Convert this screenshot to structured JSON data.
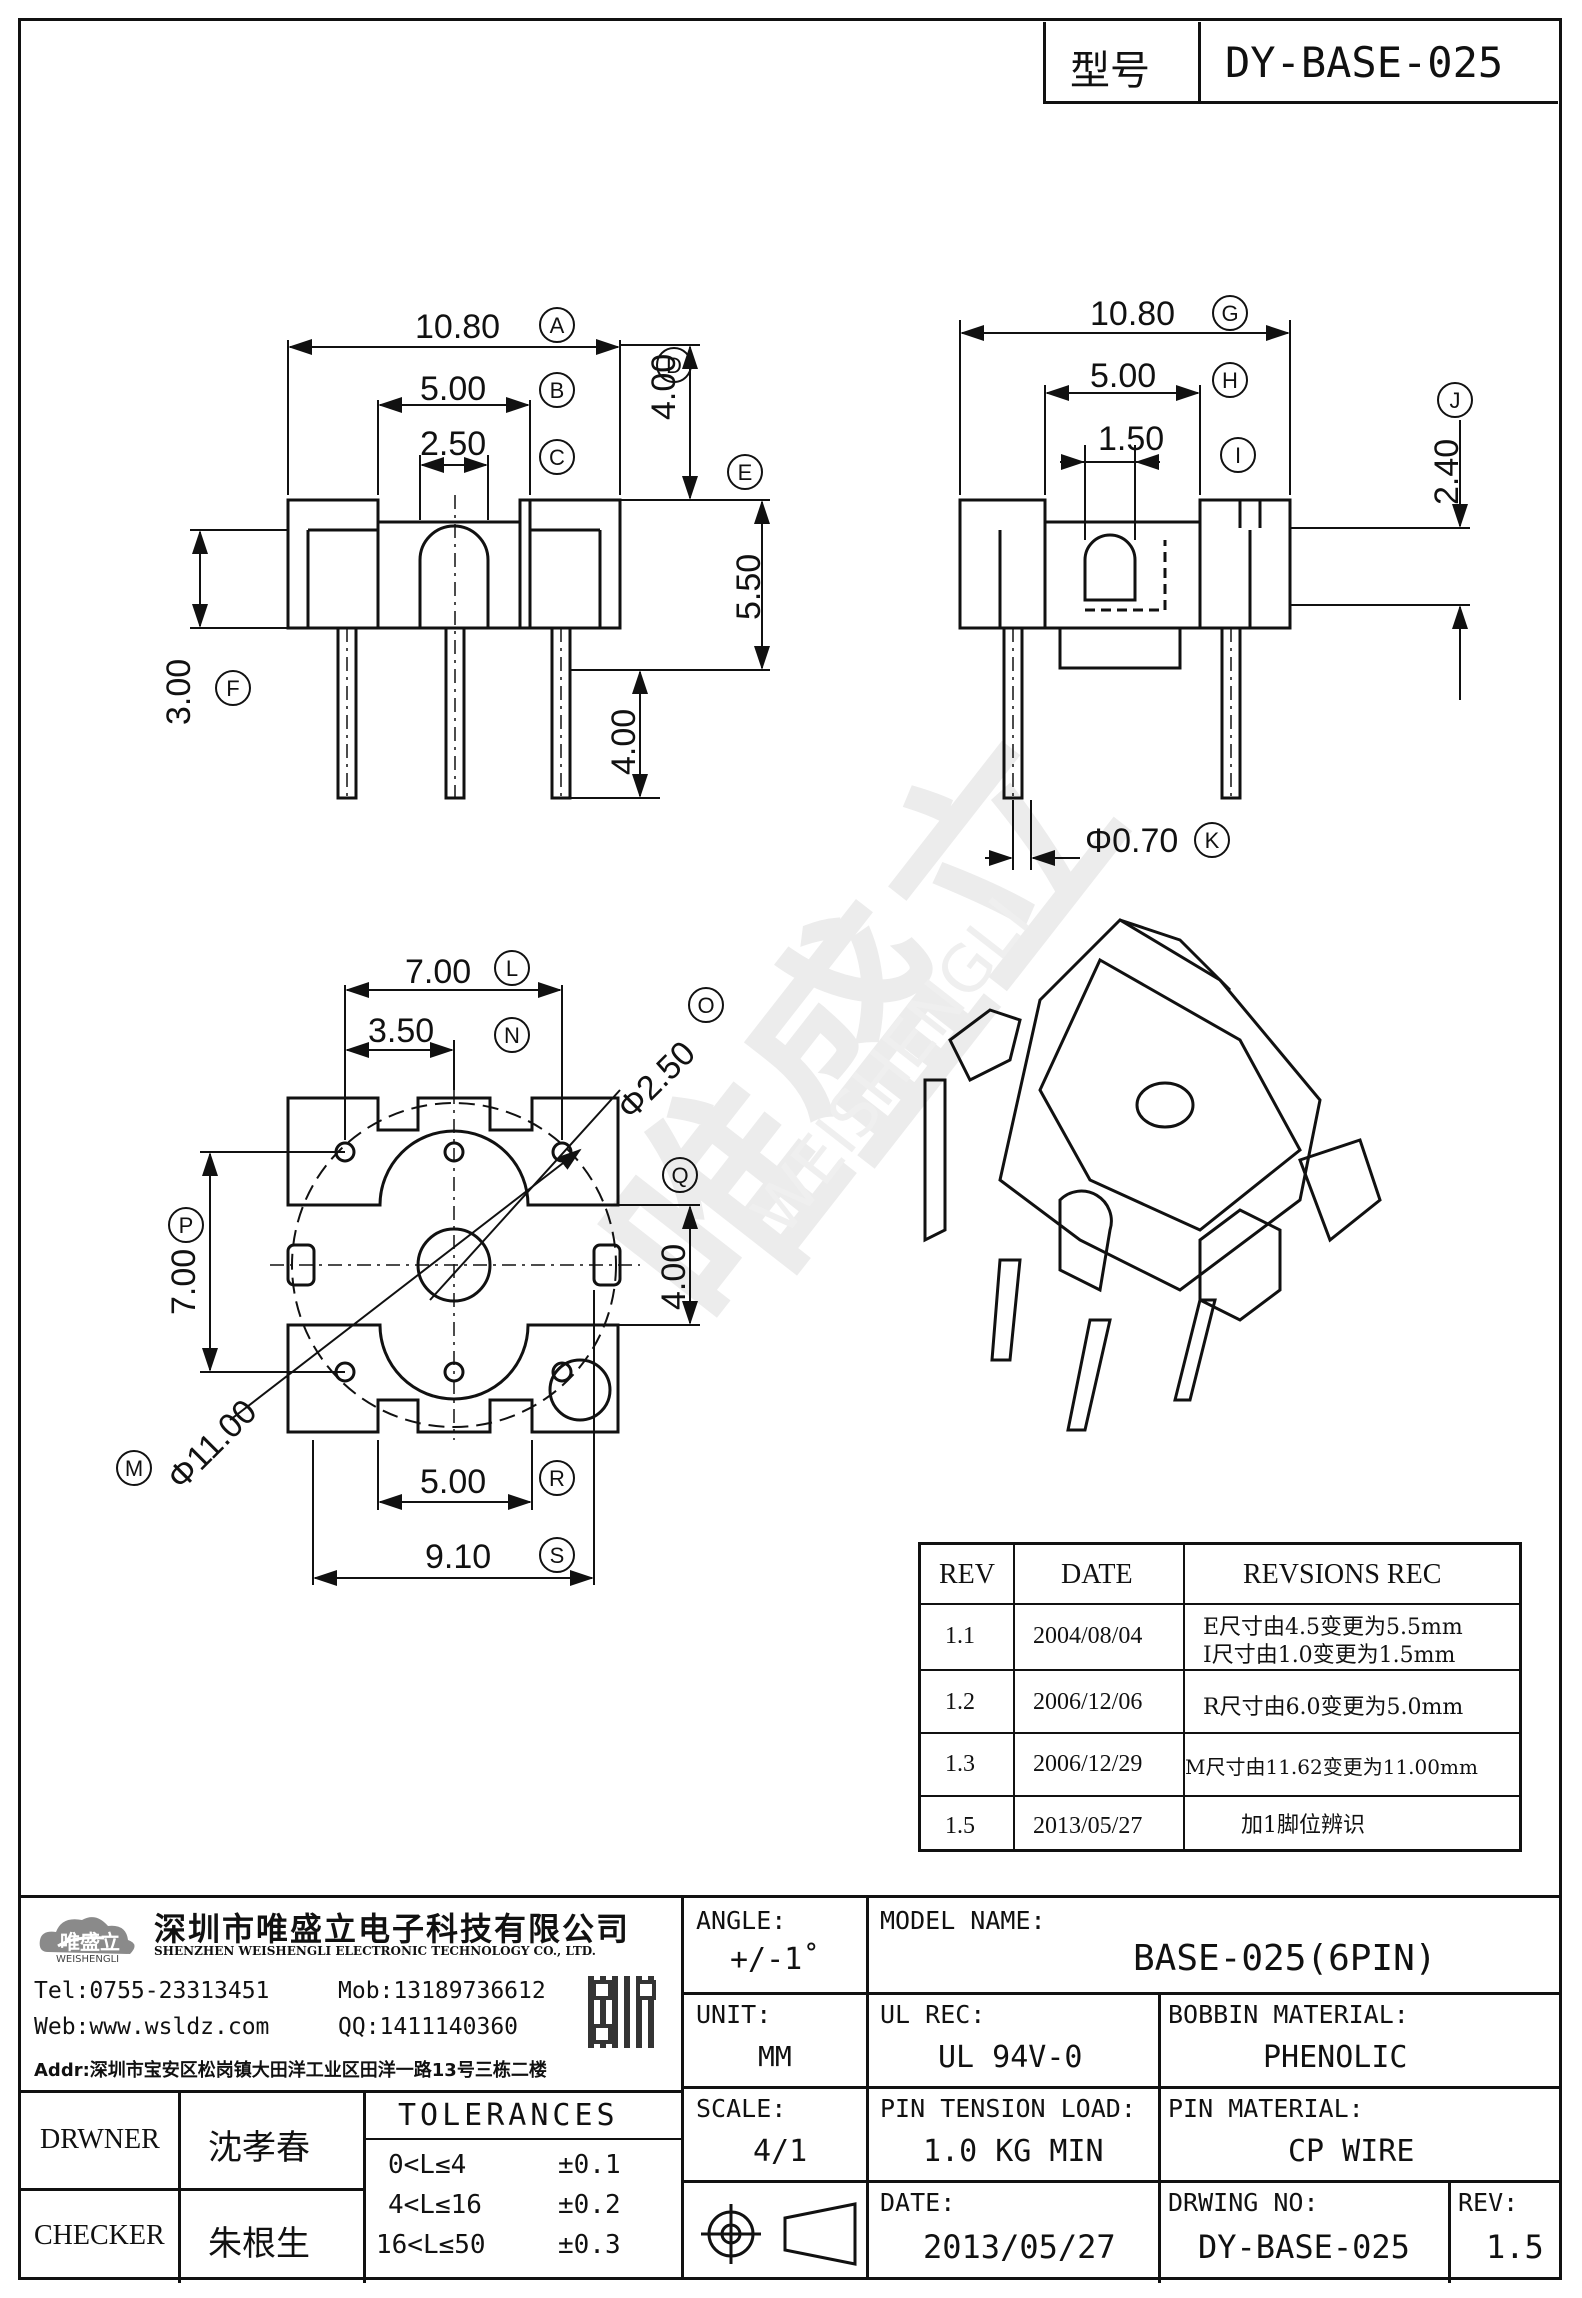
{
  "model_box": {
    "label": "型号",
    "value": "DY-BASE-025"
  },
  "watermark": {
    "cn": "唯盛立",
    "en": "WEISHENGLI"
  },
  "dims": {
    "A": "10.80",
    "B": "5.00",
    "C": "2.50",
    "D": "4.00",
    "E": "5.50",
    "F": "3.00",
    "pin_len": "4.00",
    "G": "10.80",
    "H": "5.00",
    "I": "1.50",
    "J": "2.40",
    "K": "Φ0.70",
    "L": "7.00",
    "N": "3.50",
    "O": "Φ2.50",
    "P": "7.00",
    "Q": "4.00",
    "M": "Φ11.00",
    "R": "5.00",
    "S": "9.10"
  },
  "dim_letters": [
    "A",
    "B",
    "C",
    "D",
    "E",
    "F",
    "G",
    "H",
    "I",
    "J",
    "K",
    "L",
    "M",
    "N",
    "O",
    "P",
    "Q",
    "R",
    "S"
  ],
  "revisions": {
    "headers": [
      "REV",
      "DATE",
      "REVSIONS REC"
    ],
    "rows": [
      {
        "rev": "1.1",
        "date": "2004/08/04",
        "rec": "E尺寸由4.5变更为5.5mm",
        "rec2": "I尺寸由1.0变更为1.5mm"
      },
      {
        "rev": "1.2",
        "date": "2006/12/06",
        "rec": "R尺寸由6.0变更为5.0mm",
        "rec2": ""
      },
      {
        "rev": "1.3",
        "date": "2006/12/29",
        "rec": "M尺寸由11.62变更为11.00mm",
        "rec2": ""
      },
      {
        "rev": "1.5",
        "date": "2013/05/27",
        "rec": "加1脚位辨识",
        "rec2": ""
      }
    ]
  },
  "company": {
    "logo_cn": "唯盛立",
    "logo_en": "WEISHENGLI",
    "name_cn": "深圳市唯盛立电子科技有限公司",
    "name_en": "SHENZHEN WEISHENGLI ELECTRONIC TECHNOLOGY CO., LTD.",
    "tel": "Tel:0755-23313451",
    "mob": "Mob:13189736612",
    "web": "Web:www.wsldz.com",
    "qq": "QQ:1411140360",
    "addr": "Addr:深圳市宝安区松岗镇大田洋工业区田洋一路13号三栋二楼"
  },
  "title_block": {
    "angle_label": "ANGLE:",
    "angle_value": "+/-1˚",
    "model_label": "MODEL NAME:",
    "model_value": "BASE-025(6PIN)",
    "unit_label": "UNIT:",
    "unit_value": "MM",
    "ul_label": "UL REC:",
    "ul_value": "UL 94V-0",
    "bobbin_label": "BOBBIN MATERIAL:",
    "bobbin_value": "PHENOLIC",
    "scale_label": "SCALE:",
    "scale_value": "4/1",
    "tension_label": "PIN TENSION LOAD:",
    "tension_value": "1.0 KG MIN",
    "pin_mat_label": "PIN MATERIAL:",
    "pin_mat_value": "CP WIRE",
    "date_label": "DATE:",
    "date_value": "2013/05/27",
    "drw_no_label": "DRWING NO:",
    "drw_no_value": "DY-BASE-025",
    "rev_label": "REV:",
    "rev_value": "1.5",
    "drawer_label": "DRWNER",
    "drawer_value": "沈孝春",
    "checker_label": "CHECKER",
    "checker_value": "朱根生",
    "tol_title": "TOLERANCES",
    "tol": [
      {
        "range": "0<L≤4",
        "val": "±0.1"
      },
      {
        "range": "4<L≤16",
        "val": "±0.2"
      },
      {
        "range": "16<L≤50",
        "val": "±0.3"
      }
    ]
  }
}
